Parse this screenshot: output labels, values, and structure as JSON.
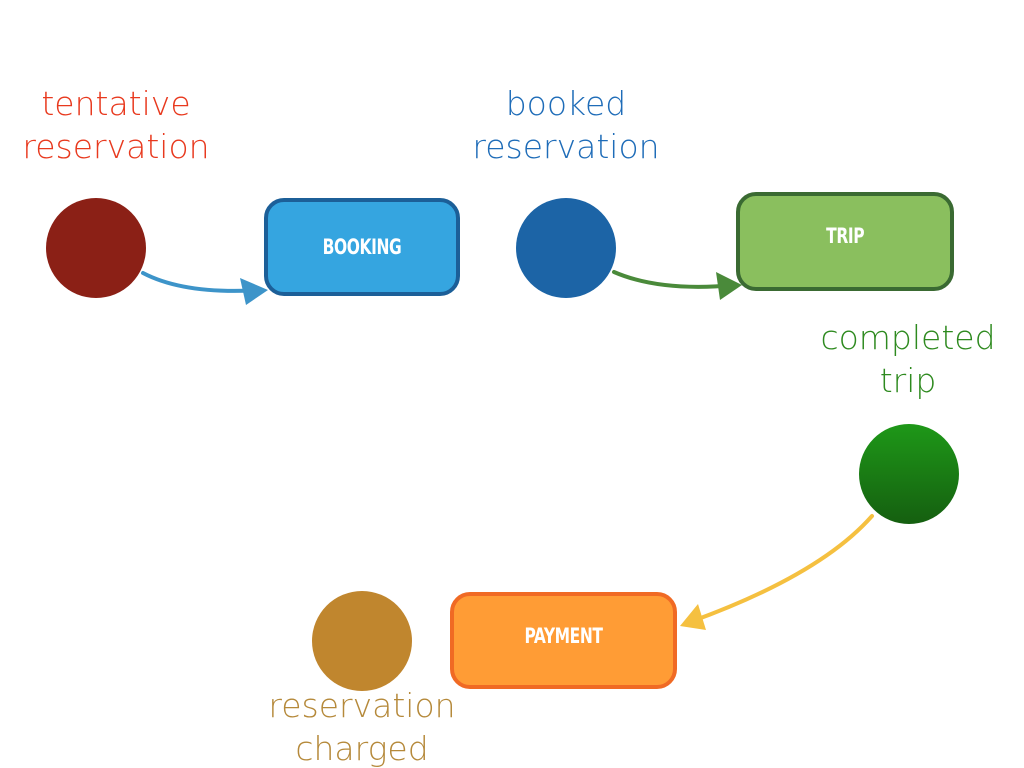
{
  "states": {
    "tentative": {
      "line1": "tentative",
      "line2": "reservation",
      "color": "#e8391e",
      "node_color": "#8b2016"
    },
    "booked": {
      "line1": "booked",
      "line2": "reservation",
      "color": "#1e6cb8",
      "node_color": "#1c64a6"
    },
    "completed": {
      "line1": "completed",
      "line2": "trip",
      "color": "#2e8a1f",
      "node_color": "#1a7d14"
    },
    "charged": {
      "line1": "reservation",
      "line2": "charged",
      "color": "#b5893a",
      "node_color": "#c0862e"
    }
  },
  "processes": {
    "booking": {
      "label": "BOOKING",
      "fill": "#35a5e0",
      "border": "#1c5f98"
    },
    "trip": {
      "label": "TRIP",
      "fill": "#8abf5e",
      "border": "#3a6a32"
    },
    "payment": {
      "label": "PAYMENT",
      "fill": "#ff9c35",
      "border": "#f06a24"
    }
  },
  "arrows": {
    "tentative_to_booking": "#3d94c9",
    "booked_to_trip": "#4a8a3a",
    "completed_to_payment": "#f5c040"
  }
}
